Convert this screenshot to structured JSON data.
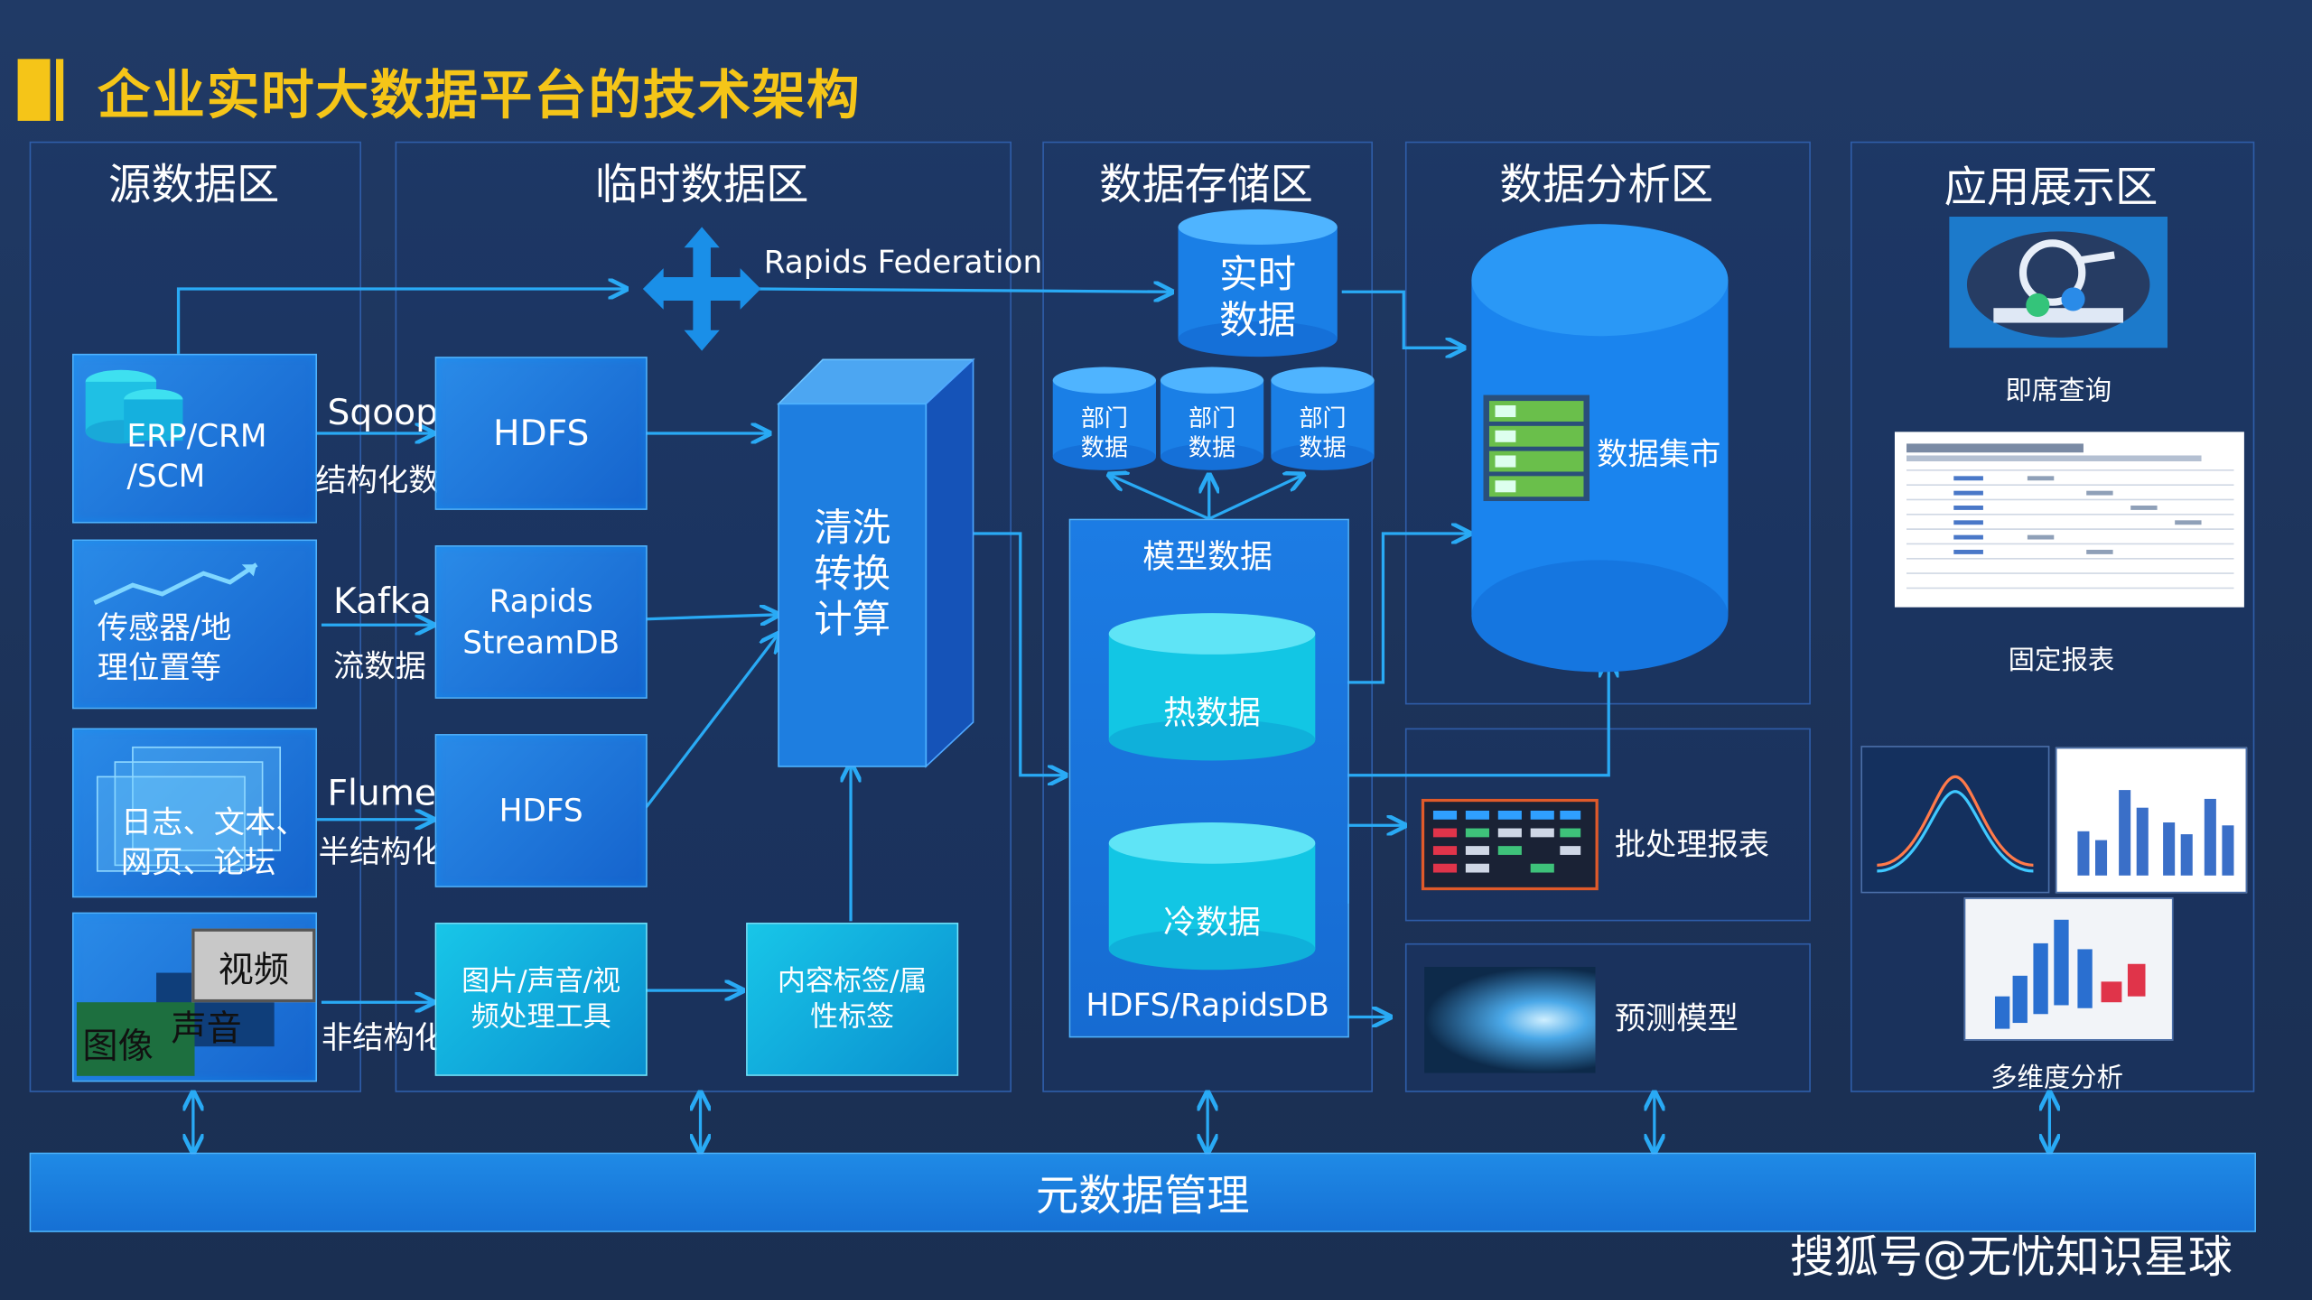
{
  "title": "企业实时大数据平台的技术架构",
  "zones": {
    "source": "源数据区",
    "temp": "临时数据区",
    "storage": "数据存储区",
    "analysis": "数据分析区",
    "app": "应用展示区"
  },
  "sources": [
    {
      "label": "ERP/CRM\n/SCM"
    },
    {
      "label": "传感器/地\n理位置等"
    },
    {
      "label": "日志、文本、\n网页、论坛"
    },
    {
      "label_video": "视频",
      "label_audio": "声音",
      "label_image": "图像"
    }
  ],
  "ingest": [
    {
      "tool": "Sqoop",
      "type": "结构化数据"
    },
    {
      "tool": "Kafka",
      "type": "流数据"
    },
    {
      "tool": "Flume",
      "type": "半结构化"
    },
    {
      "tool": "",
      "type": "非结构化"
    }
  ],
  "temp_boxes": {
    "hdfs1": "HDFS",
    "rapids_stream": "Rapids\nStreamDB",
    "hdfs2": "HDFS",
    "media_tool": "图片/声音/视\n频处理工具",
    "tagging": "内容标签/属\n性标签",
    "clean": "清洗\n转换\n计算",
    "federation": "Rapids Federation"
  },
  "storage": {
    "realtime": "实时\n数据",
    "dept": [
      "部门\n数据",
      "部门\n数据",
      "部门\n数据"
    ],
    "model": "模型数据",
    "hot": "热数据",
    "cold": "冷数据",
    "footer": "HDFS/RapidsDB"
  },
  "analysis": {
    "mart": "数据集市",
    "batch": "批处理报表",
    "predict": "预测模型"
  },
  "app": {
    "query": "即席查询",
    "report": "固定报表",
    "multi": "多维度分析"
  },
  "meta": "元数据管理",
  "watermark": "搜狐号@无忧知识星球"
}
